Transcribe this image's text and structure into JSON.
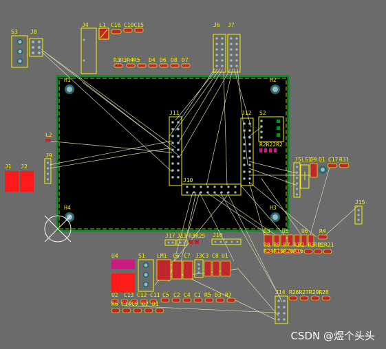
{
  "watermark": "CSDN @煜个头头",
  "colors": {
    "background": "#6b6b6b",
    "board": "#000000",
    "outline": "#0a8a2a",
    "silkscreen": "#f4f400",
    "ratsnest": "#d8d8b0",
    "pad_top": "#c0262e",
    "pad_via": "#9ab8c6",
    "pad_ring": "#2a6a6a",
    "mark_red": "#ff1a1a",
    "mark_magenta": "#cc1a80"
  },
  "designators": {
    "S3": "S3",
    "J8": "J8",
    "J4": "J4",
    "L1": "L1",
    "C16": "C16",
    "C10C15": "C10C15",
    "J6": "J6",
    "J7": "J7",
    "R_group": "R3R3R4R5",
    "D4": "D4",
    "D6": "D6",
    "D8": "D8",
    "D7": "D7",
    "H1": "H1",
    "H2": "H2",
    "H3": "H3",
    "H4": "H4",
    "J11": "J11",
    "J12": "J12",
    "S2": "S2",
    "R_s2": "R2R22R2",
    "L2": "L2",
    "J9": "J9",
    "J1": "J1",
    "J2": "J2",
    "J5": "J5",
    "LS1": "LS1",
    "D9": "D9",
    "Q1": "Q1",
    "C17": "C17",
    "R31": "R31",
    "J10": "J10",
    "J15": "J15",
    "J17": "J17",
    "J13": "J13",
    "R3": "R3",
    "R25": "R25",
    "J16": "J16",
    "D3": "D3",
    "U5": "U5",
    "U6": "U6",
    "R4": "R4",
    "R_row1": "R8 R9 R7 R1",
    "R_row2": "R2 R3 R1",
    "R_row3": "R24R10R20R16",
    "R19": "R19",
    "R21": "R21",
    "U4": "U4",
    "S1": "S1",
    "LM1": "LM1",
    "C6": "C6",
    "C7": "C7",
    "J3C3": "J3C3",
    "C8": "C8",
    "U1": "U1",
    "U2": "U2",
    "C13": "C13",
    "C12": "C12",
    "C11": "C11",
    "C5": "C5",
    "C2": "C2",
    "C4": "C4",
    "C1": "C1",
    "R5": "R5",
    "D3b": "D3",
    "R7": "R7",
    "R6": "R6",
    "C14": "C14",
    "C9": "C9",
    "D2": "D2",
    "D1": "D1",
    "J14": "J14",
    "R_j14": "R26R27R29R28"
  }
}
